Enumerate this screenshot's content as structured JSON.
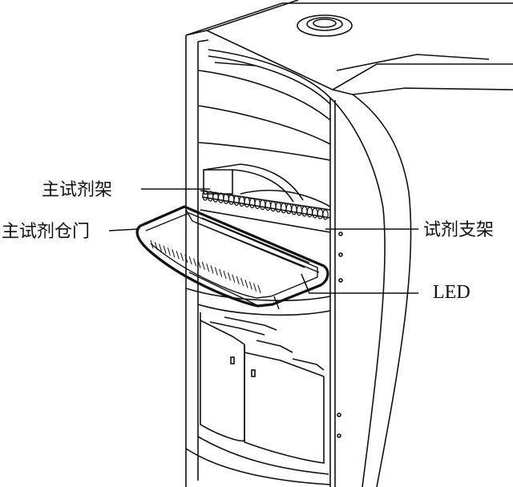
{
  "labels": {
    "main_reagent_rack": "主试剂架",
    "main_reagent_door": "主试剂仓门",
    "reagent_holder": "试剂支架",
    "led": "LED"
  },
  "colors": {
    "line": "#111111",
    "background": "#ffffff"
  }
}
